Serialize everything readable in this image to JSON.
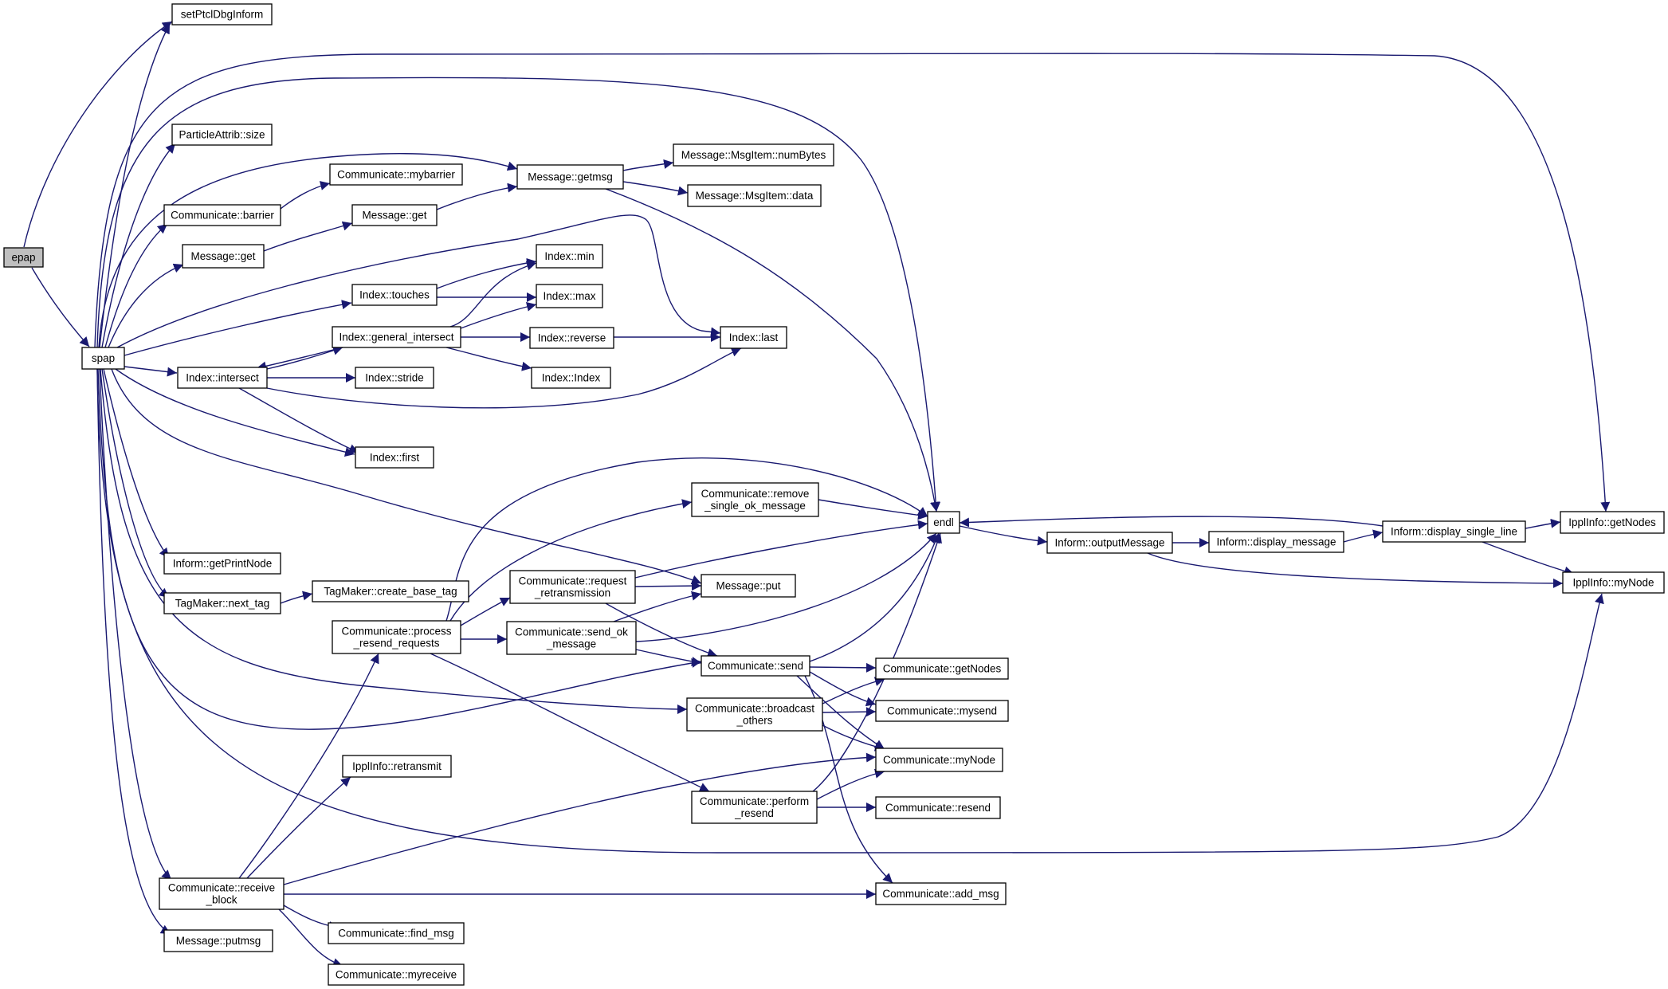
{
  "colors": {
    "edge": "#191970",
    "root_fill": "#bfbfbf",
    "node_fill": "#ffffff",
    "node_stroke": "#000000"
  },
  "nodes": [
    {
      "id": "epap",
      "lines": [
        "epap"
      ],
      "root": true
    },
    {
      "id": "setPtclDbgInform",
      "lines": [
        "setPtclDbgInform"
      ]
    },
    {
      "id": "spap",
      "lines": [
        "spap"
      ]
    },
    {
      "id": "ParticleAttribSize",
      "lines": [
        "ParticleAttrib::size"
      ]
    },
    {
      "id": "CommMybarrier",
      "lines": [
        "Communicate::mybarrier"
      ]
    },
    {
      "id": "CommBarrier",
      "lines": [
        "Communicate::barrier"
      ]
    },
    {
      "id": "MessageGet1",
      "lines": [
        "Message::get"
      ]
    },
    {
      "id": "MessageGet2",
      "lines": [
        "Message::get"
      ]
    },
    {
      "id": "MessageGetmsg",
      "lines": [
        "Message::getmsg"
      ]
    },
    {
      "id": "MsgItemNumBytes",
      "lines": [
        "Message::MsgItem::numBytes"
      ]
    },
    {
      "id": "MsgItemData",
      "lines": [
        "Message::MsgItem::data"
      ]
    },
    {
      "id": "IndexMin",
      "lines": [
        "Index::min"
      ]
    },
    {
      "id": "IndexTouches",
      "lines": [
        "Index::touches"
      ]
    },
    {
      "id": "IndexMax",
      "lines": [
        "Index::max"
      ]
    },
    {
      "id": "IndexGeneralIntersect",
      "lines": [
        "Index::general_intersect"
      ]
    },
    {
      "id": "IndexReverse",
      "lines": [
        "Index::reverse"
      ]
    },
    {
      "id": "IndexLast",
      "lines": [
        "Index::last"
      ]
    },
    {
      "id": "IndexIntersect",
      "lines": [
        "Index::intersect"
      ]
    },
    {
      "id": "IndexStride",
      "lines": [
        "Index::stride"
      ]
    },
    {
      "id": "IndexIndex",
      "lines": [
        "Index::Index"
      ]
    },
    {
      "id": "IndexFirst",
      "lines": [
        "Index::first"
      ]
    },
    {
      "id": "CommRemoveSingleOk",
      "lines": [
        "Communicate::remove",
        "_single_ok_message"
      ]
    },
    {
      "id": "endl",
      "lines": [
        "endl"
      ]
    },
    {
      "id": "InformOutputMessage",
      "lines": [
        "Inform::outputMessage"
      ]
    },
    {
      "id": "InformDisplayMessage",
      "lines": [
        "Inform::display_message"
      ]
    },
    {
      "id": "InformDisplaySingleLine",
      "lines": [
        "Inform::display_single_line"
      ]
    },
    {
      "id": "IpplInfoGetNodes",
      "lines": [
        "IpplInfo::getNodes"
      ]
    },
    {
      "id": "IpplInfoMyNode",
      "lines": [
        "IpplInfo::myNode"
      ]
    },
    {
      "id": "InformGetPrintNode",
      "lines": [
        "Inform::getPrintNode"
      ]
    },
    {
      "id": "CommRequestRetrans",
      "lines": [
        "Communicate::request",
        "_retransmission"
      ]
    },
    {
      "id": "TagMakerNextTag",
      "lines": [
        "TagMaker::next_tag"
      ]
    },
    {
      "id": "TagMakerCreateBaseTag",
      "lines": [
        "TagMaker::create_base_tag"
      ]
    },
    {
      "id": "MessagePut",
      "lines": [
        "Message::put"
      ]
    },
    {
      "id": "CommProcessResend",
      "lines": [
        "Communicate::process",
        "_resend_requests"
      ]
    },
    {
      "id": "CommSendOk",
      "lines": [
        "Communicate::send_ok",
        "_message"
      ]
    },
    {
      "id": "CommSend",
      "lines": [
        "Communicate::send"
      ]
    },
    {
      "id": "CommGetNodes",
      "lines": [
        "Communicate::getNodes"
      ]
    },
    {
      "id": "CommBroadcastOthers",
      "lines": [
        "Communicate::broadcast",
        "_others"
      ]
    },
    {
      "id": "CommMysend",
      "lines": [
        "Communicate::mysend"
      ]
    },
    {
      "id": "IpplInfoRetransmit",
      "lines": [
        "IpplInfo::retransmit"
      ]
    },
    {
      "id": "CommMyNode",
      "lines": [
        "Communicate::myNode"
      ]
    },
    {
      "id": "CommPerformResend",
      "lines": [
        "Communicate::perform",
        "_resend"
      ]
    },
    {
      "id": "CommResend",
      "lines": [
        "Communicate::resend"
      ]
    },
    {
      "id": "CommReceiveBlock",
      "lines": [
        "Communicate::receive",
        "_block"
      ]
    },
    {
      "id": "CommAddMsg",
      "lines": [
        "Communicate::add_msg"
      ]
    },
    {
      "id": "CommFindMsg",
      "lines": [
        "Communicate::find_msg"
      ]
    },
    {
      "id": "MessagePutmsg",
      "lines": [
        "Message::putmsg"
      ]
    },
    {
      "id": "CommMyreceive",
      "lines": [
        "Communicate::myreceive"
      ]
    }
  ]
}
